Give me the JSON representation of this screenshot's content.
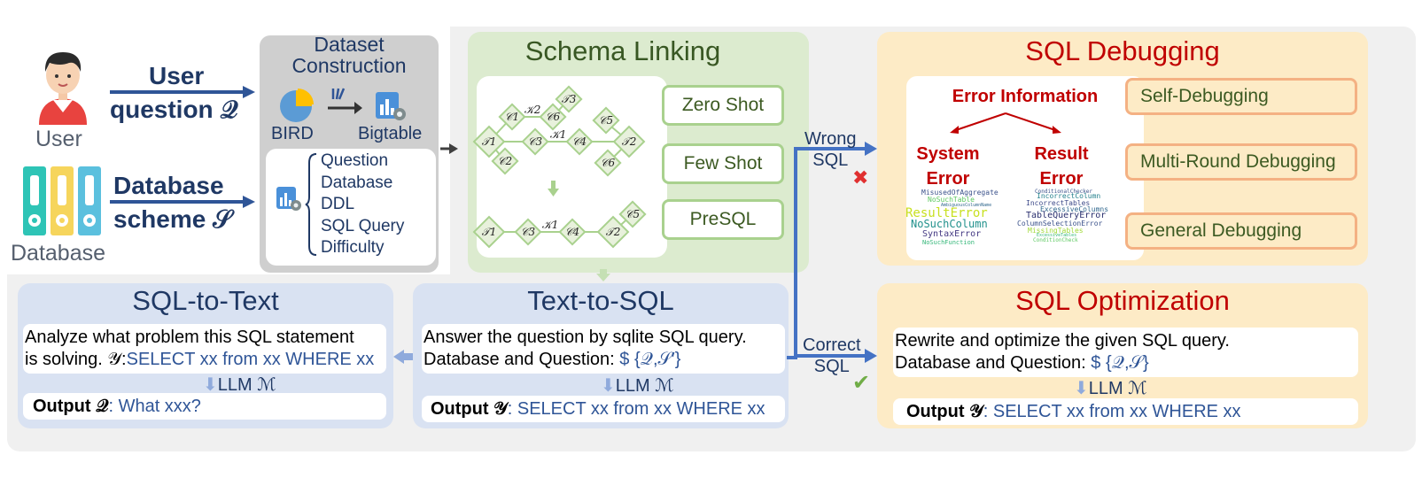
{
  "user": {
    "caption": "User",
    "arrow_label_1": "User",
    "arrow_label_2": "question 𝒬"
  },
  "database": {
    "caption": "Database",
    "arrow_label_1": "Database",
    "arrow_label_2": "scheme 𝒮"
  },
  "dataset": {
    "title_1": "Dataset",
    "title_2": "Construction",
    "bird": "BIRD",
    "bigtable": "Bigtable",
    "fields": [
      "Question",
      "Database",
      "DDL",
      "SQL Query",
      "Difficulty"
    ]
  },
  "schema_linking": {
    "title": "Schema Linking",
    "methods": [
      "Zero Shot",
      "Few Shot",
      "PreSQL"
    ],
    "graph_nodes_top": [
      "𝒯3",
      "𝒞1",
      "𝒦2",
      "𝒞6",
      "𝒞5",
      "𝒯1",
      "𝒞3",
      "𝒦1",
      "𝒞4",
      "𝒯2",
      "𝒞2",
      "𝒞6"
    ],
    "graph_nodes_bottom": [
      "𝒯1",
      "𝒞3",
      "𝒦1",
      "𝒞4",
      "𝒯2",
      "𝒞5"
    ]
  },
  "debugging": {
    "title": "SQL Debugging",
    "error_info": "Error Information",
    "system_error_1": "System",
    "system_error_2": "Error",
    "result_error_1": "Result",
    "result_error_2": "Error",
    "system_words": [
      "MisusedOfAggregate",
      "NoSuchTable",
      "AmbiguousColumnName",
      "ResultError",
      "NoSuchColumn",
      "SyntaxError",
      "NoSuchFunction"
    ],
    "result_words": [
      "ConditionalChecker",
      "IncorrectColumn",
      "IncorrectTables",
      "ExcessiveColumns",
      "TableQueryError",
      "ColumnSelectionError",
      "MissingTables",
      "ExcessiveTables",
      "ConditionCheck"
    ],
    "methods": [
      "Self-Debugging",
      "Multi-Round Debugging",
      "General Debugging"
    ]
  },
  "flow": {
    "wrong_1": "Wrong",
    "wrong_2": "SQL",
    "correct_1": "Correct",
    "correct_2": "SQL"
  },
  "sql_to_text": {
    "title": "SQL-to-Text",
    "prompt_1": "Analyze what problem this SQL statement",
    "prompt_2a": "is solving. 𝒴:",
    "prompt_2b": "SELECT xx from xx WHERE xx",
    "llm": "LLM ℳ",
    "output_label": "Output 𝒬",
    "output_value": ": What xxx?"
  },
  "text_to_sql": {
    "title": "Text-to-SQL",
    "prompt_1": "Answer the question by sqlite SQL query.",
    "prompt_2a": "Database and Question: ",
    "prompt_2b": "$ {𝒬,𝒮′}",
    "llm": "LLM ℳ",
    "output_label": "Output 𝒴",
    "output_value": ": SELECT xx from xx WHERE xx"
  },
  "optimization": {
    "title": "SQL Optimization",
    "prompt_1": "Rewrite and optimize the given SQL query.",
    "prompt_2a": "Database and Question: ",
    "prompt_2b": "$ {𝒬,𝒮}",
    "llm": "LLM ℳ",
    "output_label": "Output 𝒴",
    "output_value": ": SELECT xx from xx WHERE xx"
  },
  "colors": {
    "navy": "#1f3864",
    "red": "#c00000",
    "green": "#385723",
    "blue_text": "#2f5597",
    "arrow_blue": "#4472c4"
  }
}
